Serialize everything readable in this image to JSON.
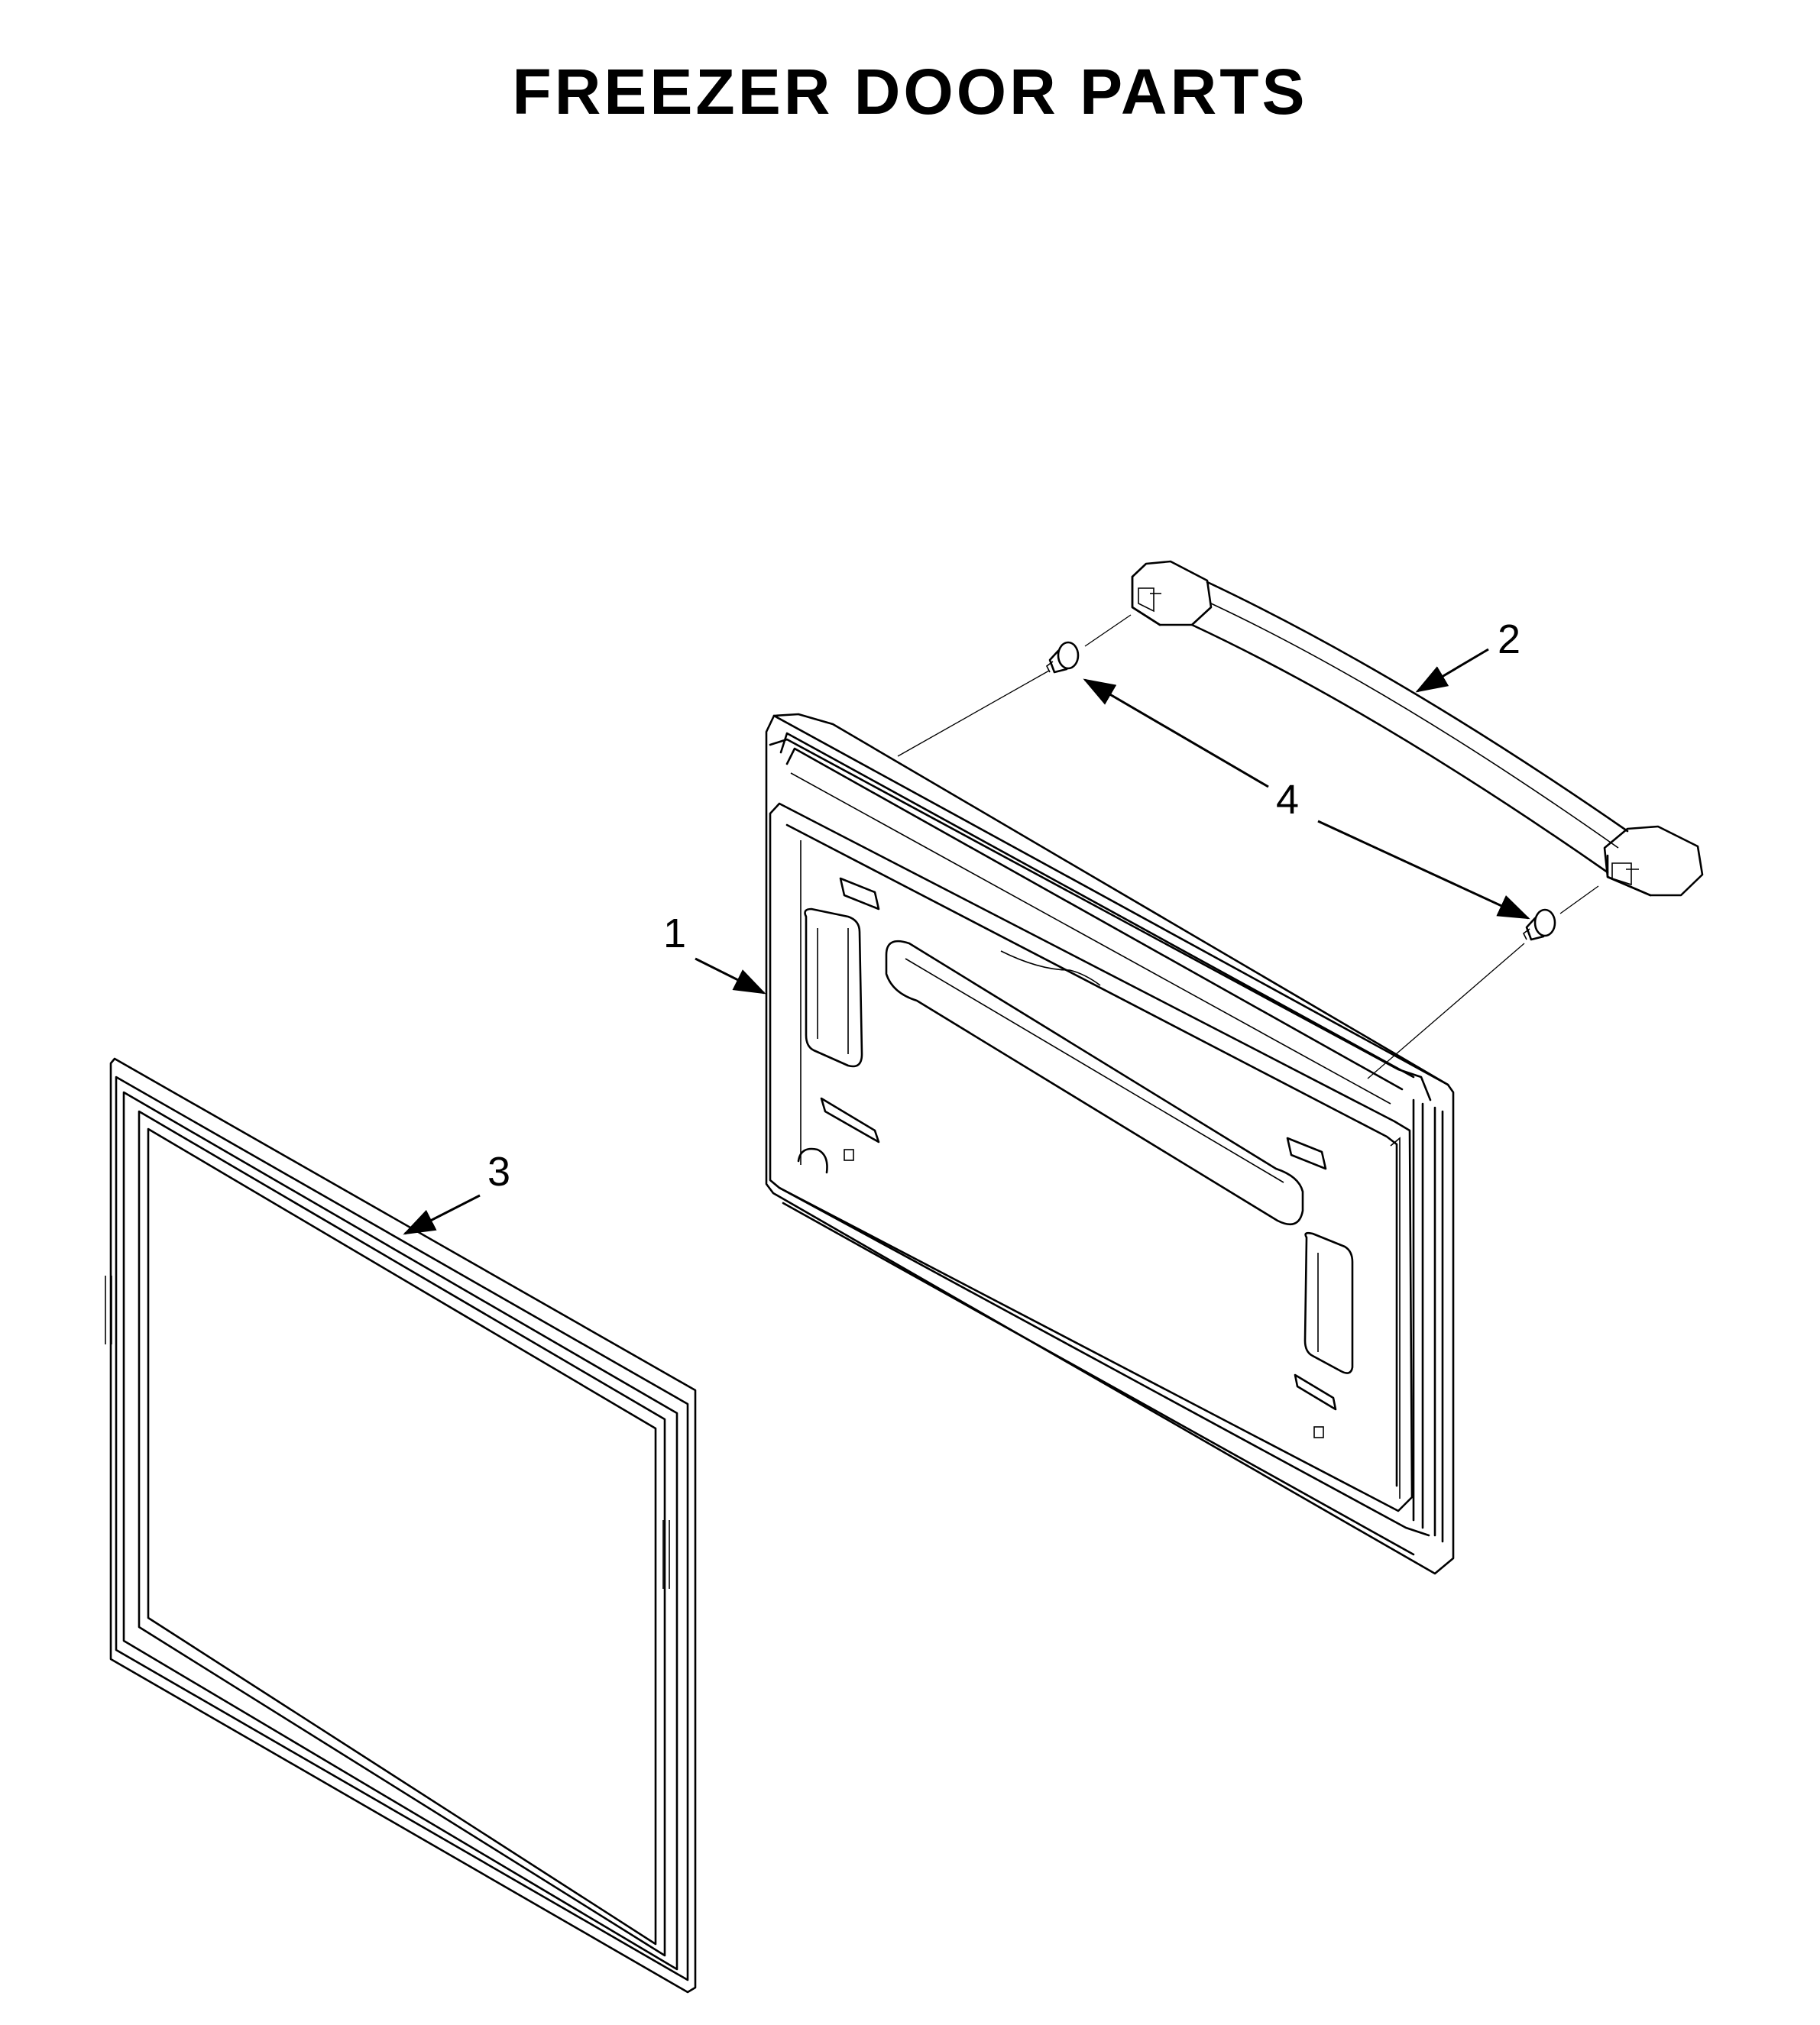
{
  "title": "FREEZER DOOR PARTS",
  "callouts": [
    {
      "id": "1",
      "label": "1"
    },
    {
      "id": "2",
      "label": "2"
    },
    {
      "id": "3",
      "label": "3"
    },
    {
      "id": "4",
      "label": "4"
    }
  ],
  "colors": {
    "line": "#000000",
    "background": "#ffffff"
  }
}
